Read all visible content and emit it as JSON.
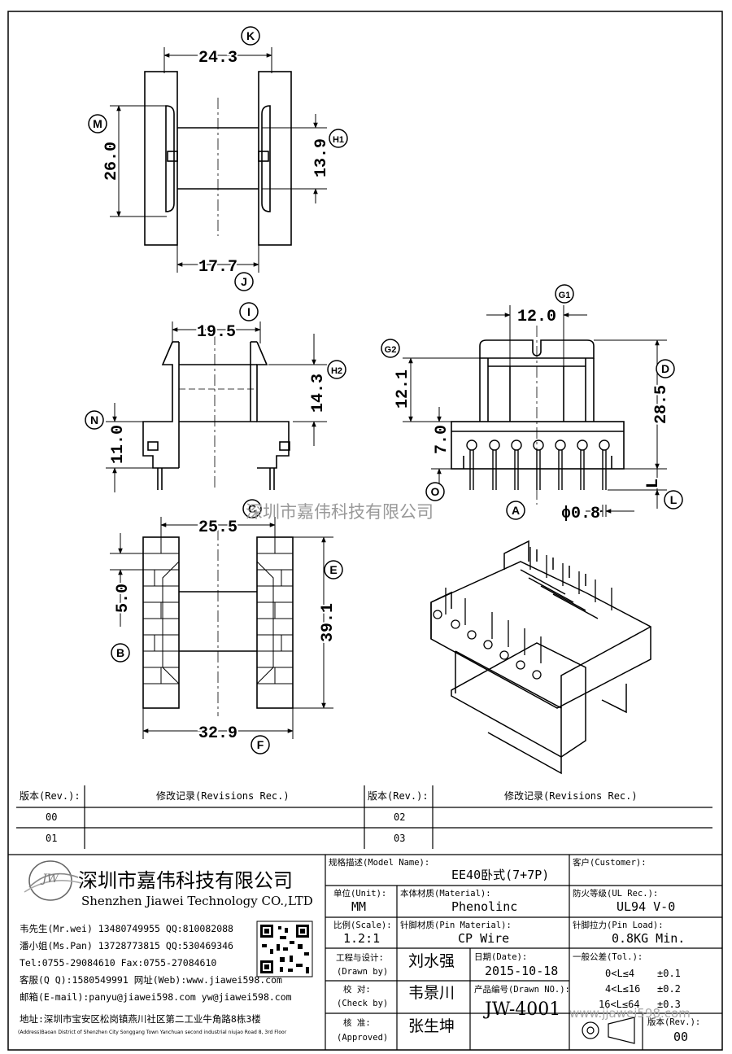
{
  "dimensions": {
    "K": "24.3",
    "M": "26.0",
    "H1": "13.9",
    "J": "17.7",
    "I": "19.5",
    "H2": "14.3",
    "N": "11.0",
    "G1": "12.0",
    "G2": "12.1",
    "D": "28.5",
    "seven": "7.0",
    "L": "L",
    "pin": "ɸ0.8",
    "C": "25.5",
    "E": "39.1",
    "B": "5.0",
    "F": "32.9"
  },
  "callouts": [
    "K",
    "M",
    "H1",
    "J",
    "I",
    "H2",
    "N",
    "G1",
    "G2",
    "D",
    "O",
    "A",
    "L",
    "C",
    "E",
    "B",
    "F"
  ],
  "watermarks": {
    "center": "深圳市嘉伟科技有限公司",
    "corner": "www.jjawei598.com"
  },
  "revisions": {
    "header_rev": "版本(Rev.):",
    "header_rec": "修改记录(Revisions Rec.)",
    "rows_left": [
      "00",
      "01"
    ],
    "rows_right": [
      "02",
      "03"
    ]
  },
  "company": {
    "logo_text": "JW",
    "name_cn": "深圳市嘉伟科技有限公司",
    "name_en": "Shenzhen Jiawei Technology CO.,LTD",
    "contacts": [
      "韦先生(Mr.wei) 13480749955 QQ:810082088",
      "潘小姐(Ms.Pan) 13728773815 QQ:530469346",
      "Tel:0755-29084610      Fax:0755-27084610",
      "客服(Q Q):1580549991   网址(Web):www.jiawei598.com",
      "邮箱(E-mail):panyu@jiawei598.com  yw@jiawei598.com"
    ],
    "address_cn": "地址:深圳市宝安区松岗镇燕川社区第二工业牛角路8栋3楼",
    "address_en": "(Address)Baoan District of Shenzhen City Songgang Town Yanchuan  second industrial niujao Road 8, 3rd Floor"
  },
  "title_block": {
    "model_label": "规格描述(Model Name):",
    "model_value": "EE40卧式(7+7P)",
    "customer_label": "客户(Customer):",
    "customer_value": "",
    "unit_label": "单位(Unit):",
    "unit_value": "MM",
    "material_label": "本体材质(Material):",
    "material_value": "Phenolinc",
    "ul_label": "防火等级(UL Rec.):",
    "ul_value": "UL94 V-0",
    "scale_label": "比例(Scale):",
    "scale_value": "1.2:1",
    "pin_material_label": "针脚材质(Pin Material):",
    "pin_material_value": "CP Wire",
    "pin_load_label": "针脚拉力(Pin Load):",
    "pin_load_value": "0.8KG Min.",
    "drawn_label_cn": "工程与设计:",
    "drawn_label_en": "(Drawn by)",
    "drawn_value": "刘水强",
    "date_label": "日期(Date):",
    "date_value": "2015-10-18",
    "tol_label": "一般公差(Tol.):",
    "tol_rows": [
      {
        "range": "0<L≤4",
        "tol": "±0.1"
      },
      {
        "range": "4<L≤16",
        "tol": "±0.2"
      },
      {
        "range": "16<L≤64",
        "tol": "±0.3"
      }
    ],
    "check_label_cn": "校  对:",
    "check_label_en": "(Check by)",
    "check_value": "韦景川",
    "drawn_no_label": "产品编号(Drawn NO.):",
    "drawn_no_value": "JW-4001",
    "approved_label_cn": "核  准:",
    "approved_label_en": "(Approved)",
    "approved_value": "张生坤",
    "rev_label": "版本(Rev.):",
    "rev_value": "00"
  }
}
